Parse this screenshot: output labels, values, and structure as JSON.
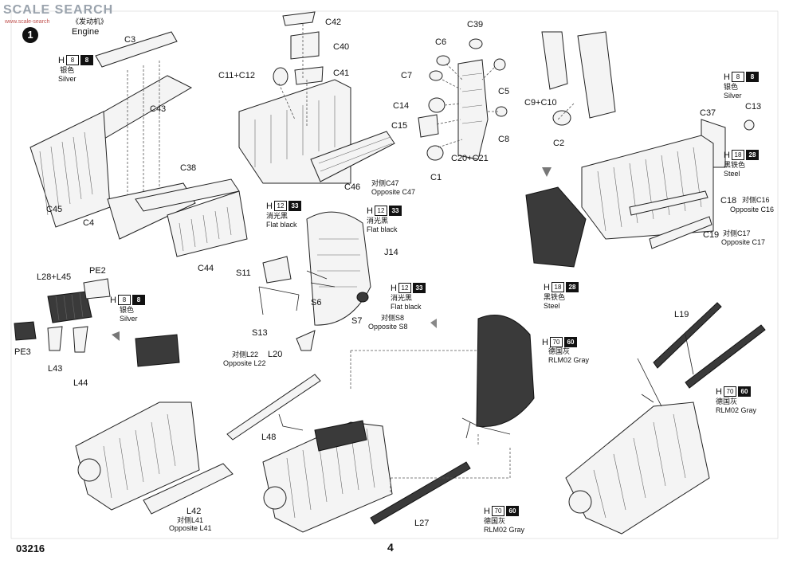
{
  "watermark": {
    "text": "SCALE SEARCH",
    "sub": "www.scale-search"
  },
  "step": {
    "number": "1",
    "title_cn": "《发动机》",
    "title_en": "Engine"
  },
  "parts": {
    "C3": "C3",
    "C43": "C43",
    "C45": "C45",
    "C4": "C4",
    "C38": "C38",
    "C44": "C44",
    "C42": "C42",
    "C40": "C40",
    "C41": "C41",
    "C11C12": "C11+C12",
    "C46": "C46",
    "C39": "C39",
    "C6": "C6",
    "C7": "C7",
    "C5": "C5",
    "C14": "C14",
    "C15": "C15",
    "C8": "C8",
    "C20C21": "C20+C21",
    "C1": "C1",
    "C9C10": "C9+C10",
    "C2": "C2",
    "C37": "C37",
    "C13": "C13",
    "C18": "C18",
    "C19": "C19",
    "J14": "J14",
    "S11": "S11",
    "S6": "S6",
    "S7": "S7",
    "S13": "S13",
    "L20": "L20",
    "L28L45": "L28+L45",
    "PE2": "PE2",
    "PE3": "PE3",
    "L43": "L43",
    "L44": "L44",
    "L48": "L48",
    "L42": "L42",
    "L27": "L27",
    "L19": "L19"
  },
  "opposites": {
    "c47_cn": "对侧C47",
    "c47_en": "Opposite C47",
    "c16_cn": "对侧C16",
    "c16_en": "Opposite C16",
    "c17_cn": "对侧C17",
    "c17_en": "Opposite C17",
    "s8_cn": "对侧S8",
    "s8_en": "Opposite S8",
    "l22_cn": "对侧L22",
    "l22_en": "Opposite L22",
    "l41_cn": "对侧L41",
    "l41_en": "Opposite L41"
  },
  "paints": {
    "silver": {
      "h": "H",
      "code1": "8",
      "code2": "8",
      "cn": "银色",
      "en": "Silver"
    },
    "flat_black": {
      "h": "H",
      "code1": "12",
      "code2": "33",
      "cn": "消光黑",
      "en": "Flat black"
    },
    "steel": {
      "h": "H",
      "code1": "18",
      "code2": "28",
      "cn": "黑铁色",
      "en": "Steel"
    },
    "rlm02": {
      "h": "H",
      "code1": "70",
      "code2": "60",
      "cn": "德国灰",
      "en": "RLM02 Gray"
    }
  },
  "footer": {
    "catalog": "03216",
    "page": "4"
  },
  "colors": {
    "ink": "#111111",
    "part_fill": "#f4f4f4",
    "dark_part": "#3a3a3a",
    "watermark": "#9aa3ad"
  }
}
